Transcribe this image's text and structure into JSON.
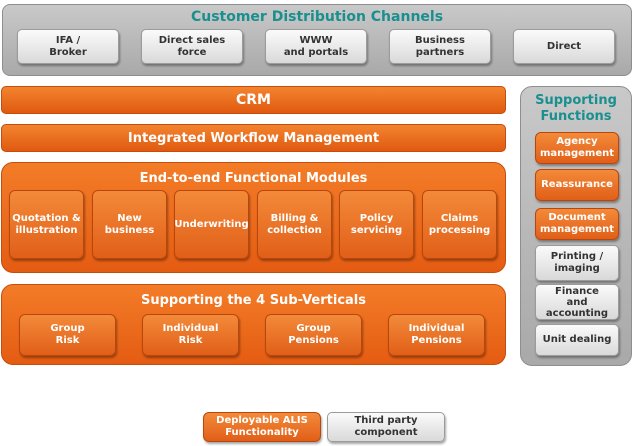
{
  "customer_channels": {
    "title": "Customer Distribution Channels",
    "items": [
      "IFA /\nBroker",
      "Direct sales\nforce",
      "WWW\nand portals",
      "Business\npartners",
      "Direct"
    ]
  },
  "crm": {
    "label": "CRM"
  },
  "workflow": {
    "label": "Integrated Workflow Management"
  },
  "functional_modules": {
    "title": "End-to-end Functional Modules",
    "items": [
      "Quotation &\nillustration",
      "New\nbusiness",
      "Underwriting",
      "Billing &\ncollection",
      "Policy\nservicing",
      "Claims\nprocessing"
    ]
  },
  "sub_verticals": {
    "title": "Supporting the 4 Sub-Verticals",
    "items": [
      "Group\nRisk",
      "Individual\nRisk",
      "Group\nPensions",
      "Individual\nPensions"
    ]
  },
  "supporting_functions": {
    "title": "Supporting\nFunctions",
    "orange_items": [
      "Agency\nmanagement",
      "Reassurance",
      "Document\nmanagement"
    ],
    "grey_items": [
      "Printing /\nimaging",
      "Finance\nand\naccounting",
      "Unit dealing"
    ]
  },
  "legend": {
    "alis": "Deployable ALIS\nFunctionality",
    "third_party": "Third party\ncomponent"
  },
  "colors": {
    "orange": "#e8671b",
    "teal": "#1a8f8f",
    "grey": "#bdbdbd"
  }
}
